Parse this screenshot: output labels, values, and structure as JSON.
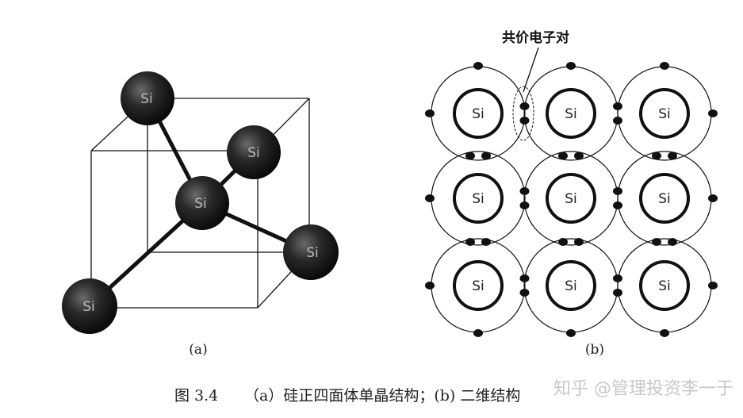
{
  "atom_symbol": "Si",
  "panel_a_label": "(a)",
  "panel_b_label": "(b)",
  "annotation": "共价电子对",
  "caption_number": "图 3.4",
  "caption_text": "（a）硅正四面体单晶结构；(b) 二维结构",
  "watermark": "知乎 @管理投资李一于",
  "colors": {
    "atom_fill": "#222222",
    "line": "#111111",
    "background": "#ffffff"
  }
}
